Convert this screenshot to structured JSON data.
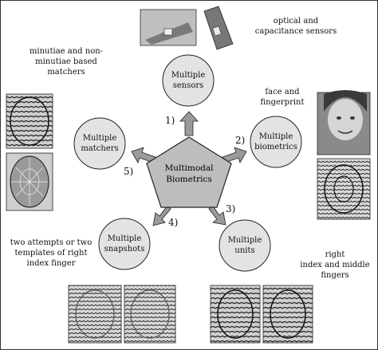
{
  "center": {
    "line1": "Multimodal",
    "line2": "Biometrics"
  },
  "nodes": {
    "sensors": {
      "line1": "Multiple",
      "line2": "sensors",
      "number": "1)"
    },
    "biometrics": {
      "line1": "Multiple",
      "line2": "biometrics",
      "number": "2)"
    },
    "units": {
      "line1": "Multiple",
      "line2": "units",
      "number": "3)"
    },
    "snapshots": {
      "line1": "Multiple",
      "line2": "snapshots",
      "number": "4)"
    },
    "matchers": {
      "line1": "Multiple",
      "line2": "matchers",
      "number": "5)"
    }
  },
  "captions": {
    "sensors": {
      "line1": "optical and",
      "line2": "capacitance sensors"
    },
    "matchers": {
      "line1": "minutiae and non-",
      "line2": "minutiae based",
      "line3": "matchers"
    },
    "biometrics": {
      "line1": "face and",
      "line2": "fingerprint"
    },
    "snapshots": {
      "line1": "two attempts or two",
      "line2": "templates of right",
      "line3": "index finger"
    },
    "units": {
      "line1": "right",
      "line2": "index and middle",
      "line3": "fingers"
    }
  },
  "colors": {
    "circle_fill": "#e3e3e3",
    "pentagon_fill": "#bdbdbd",
    "arrow_fill": "#9a9a9a",
    "stroke": "#222222"
  }
}
